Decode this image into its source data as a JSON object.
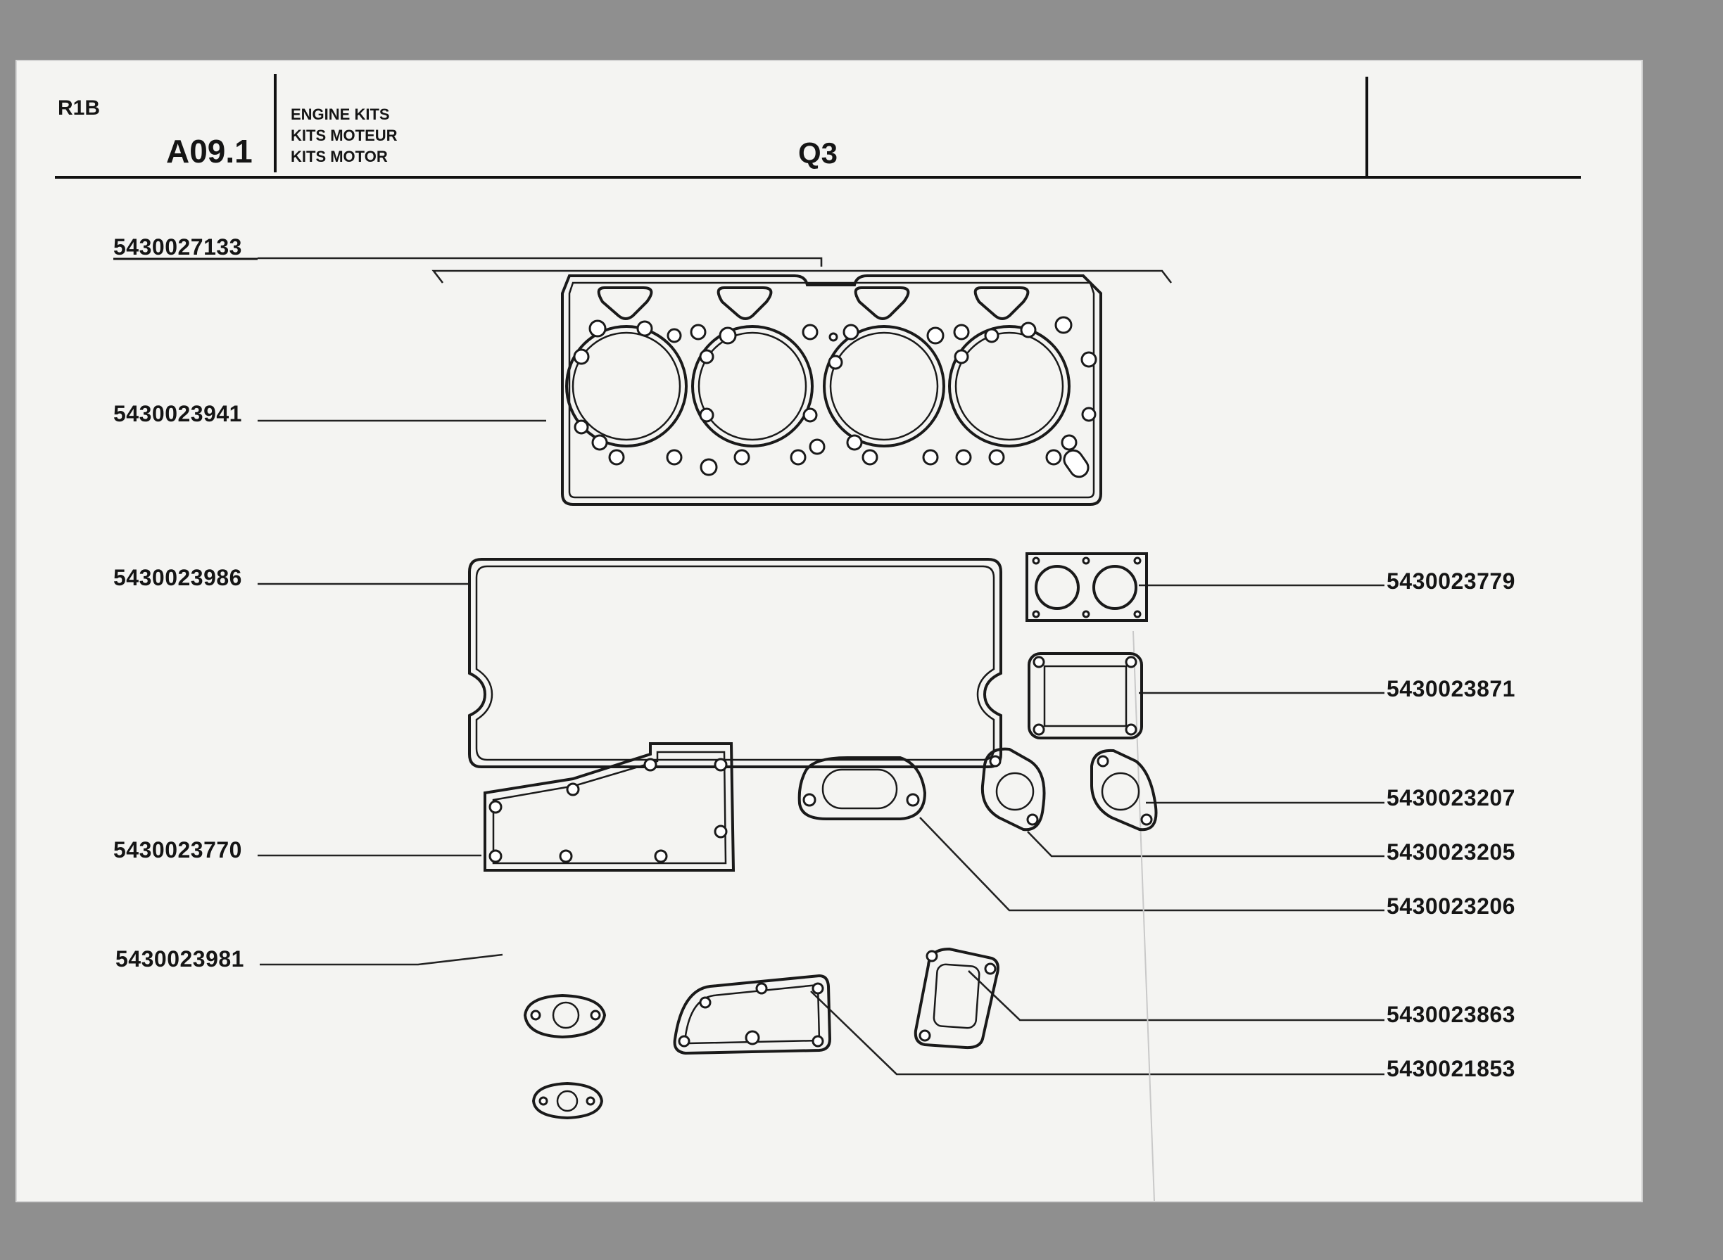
{
  "header": {
    "code_small": "R1B",
    "code_large": "A09.1",
    "title_lines": [
      "ENGINE KITS",
      "KITS MOTEUR",
      "KITS MOTOR"
    ],
    "section": "Q3"
  },
  "diagram": {
    "parts": [
      {
        "number": "5430027133",
        "desc": "kit-bracket"
      },
      {
        "number": "5430023941",
        "desc": "cylinder-head-gasket"
      },
      {
        "number": "5430023986",
        "desc": "rocker-cover-gasket"
      },
      {
        "number": "5430023779",
        "desc": "two-port-gasket"
      },
      {
        "number": "5430023871",
        "desc": "square-cover-gasket"
      },
      {
        "number": "5430023207",
        "desc": "round-flange-gasket-b"
      },
      {
        "number": "5430023770",
        "desc": "timing-cover-gasket"
      },
      {
        "number": "5430023205",
        "desc": "round-flange-gasket-a"
      },
      {
        "number": "5430023206",
        "desc": "oval-port-gasket"
      },
      {
        "number": "5430023981",
        "desc": "small-flange-gasket"
      },
      {
        "number": "5430023863",
        "desc": "rect-port-gasket"
      },
      {
        "number": "5430021853",
        "desc": "side-cover-gasket"
      }
    ]
  }
}
